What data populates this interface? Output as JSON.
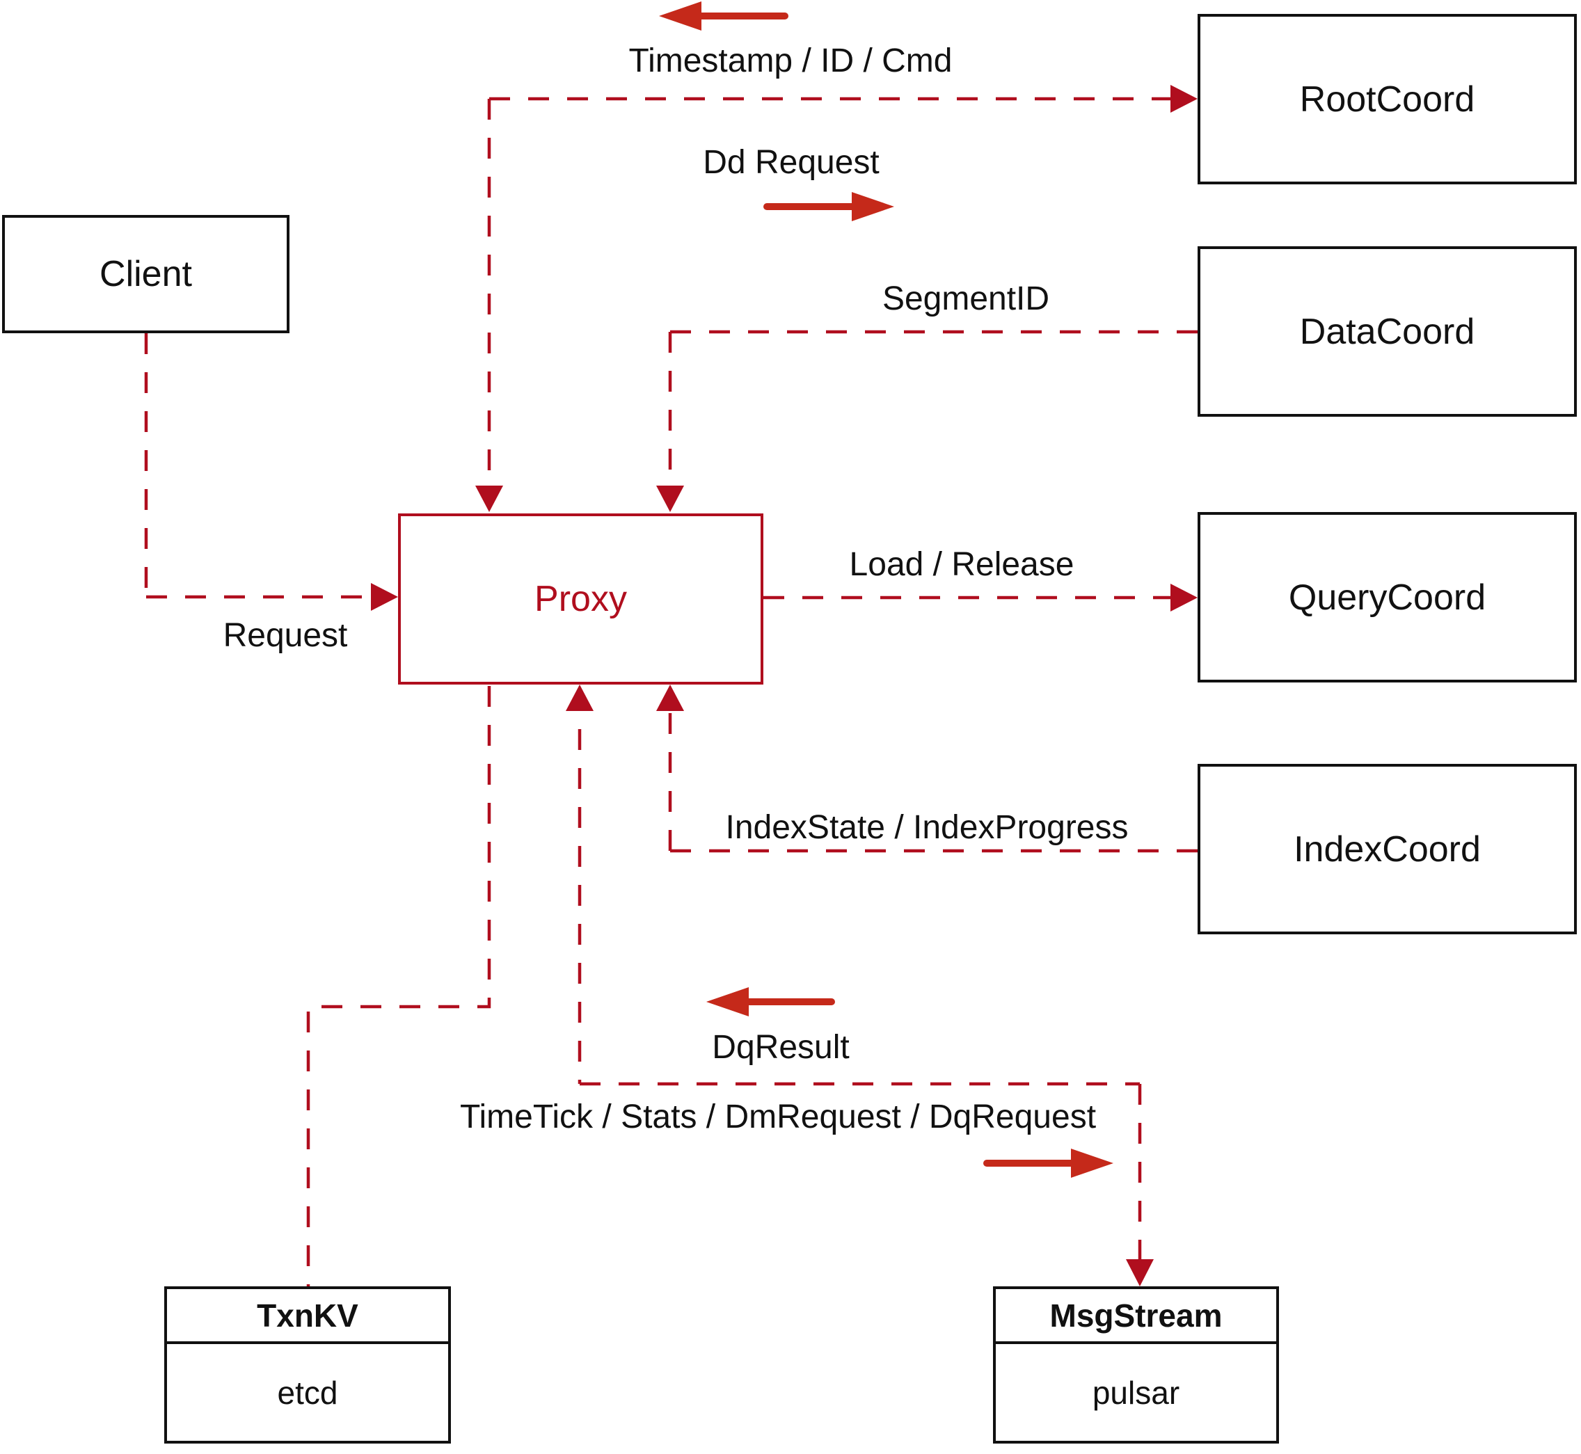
{
  "colors": {
    "line": "#b00e1e",
    "arrow": "#c5291a",
    "box_border": "#111111",
    "text": "#111111",
    "background": "#ffffff"
  },
  "nodes": {
    "client": {
      "label": "Client"
    },
    "rootcoord": {
      "label": "RootCoord"
    },
    "datacoord": {
      "label": "DataCoord"
    },
    "querycoord": {
      "label": "QueryCoord"
    },
    "indexcoord": {
      "label": "IndexCoord"
    },
    "proxy": {
      "label": "Proxy"
    },
    "txnkv": {
      "title": "TxnKV",
      "subtitle": "etcd"
    },
    "msgstream": {
      "title": "MsgStream",
      "subtitle": "pulsar"
    }
  },
  "edge_labels": {
    "timestamp": "Timestamp / ID / Cmd",
    "dd_request": "Dd Request",
    "segment_id": "SegmentID",
    "load_release": "Load / Release",
    "index_state": "IndexState / IndexProgress",
    "request": "Request",
    "dq_result": "DqResult",
    "time_tick": "TimeTick / Stats / DmRequest / DqRequest"
  }
}
